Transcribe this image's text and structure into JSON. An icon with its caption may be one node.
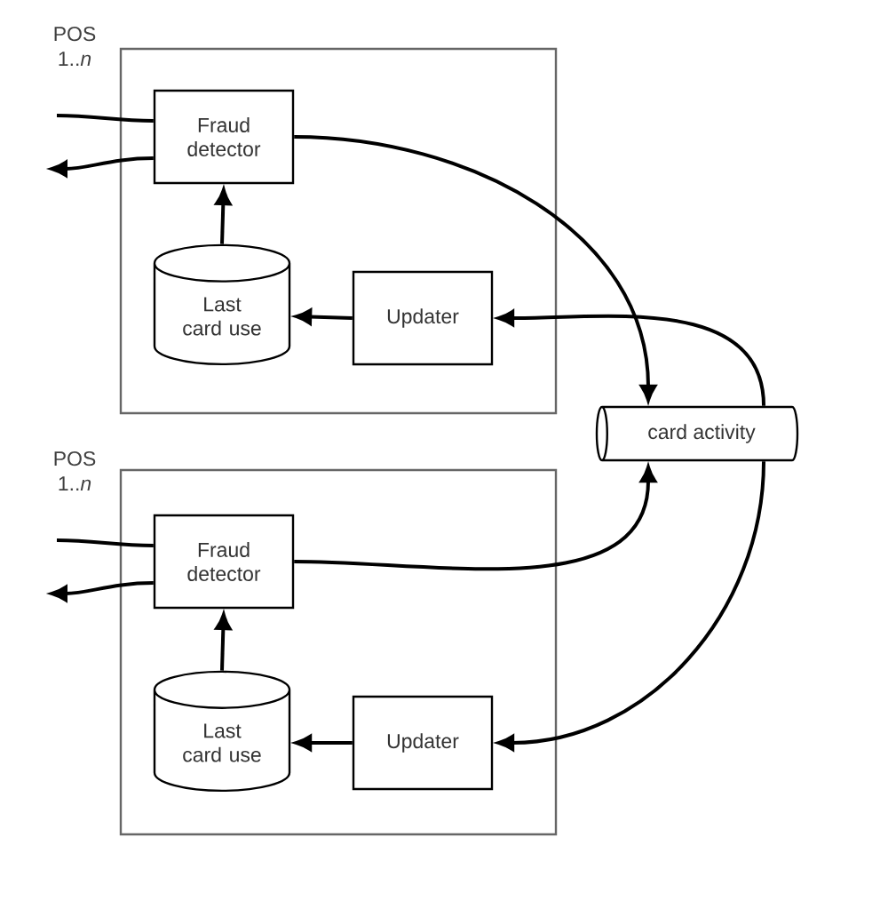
{
  "diagram": {
    "nodes": [
      {
        "text": [],
        "shape": "box"
      },
      {
        "text": [
          "Fraud detector"
        ],
        "in": 0
      },
      {
        "text": [
          "Last card use"
        ],
        "in": 0
      },
      {
        "text": [
          "Updater"
        ],
        "in": 0
      },
      {
        "text": [],
        "shape": "box"
      },
      {
        "text": [
          "Fraud detector"
        ],
        "in": 4
      },
      {
        "text": [
          "Last card use"
        ],
        "in": 4
      },
      {
        "text": [
          "Updater"
        ],
        "in": 4
      },
      {
        "text": [
          "card activity"
        ]
      }
    ],
    "edges": [
      {
        "from": null,
        "to": 1,
        "arrow": "none"
      },
      {
        "from": 1,
        "to": null,
        "arrow": "to"
      },
      {
        "from": 2,
        "to": 1,
        "arrow": "to"
      },
      {
        "from": 3,
        "to": 2,
        "arrow": "to"
      },
      {
        "from": 1,
        "to": 8,
        "arrow": "to"
      },
      {
        "from": 8,
        "to": 3,
        "arrow": "to"
      },
      {
        "from": 8,
        "to": 7,
        "arrow": "to"
      },
      {
        "from": 5,
        "to": 8,
        "arrow": "to"
      },
      {
        "from": null,
        "to": 5,
        "arrow": "none"
      },
      {
        "from": 5,
        "to": null,
        "arrow": "to"
      },
      {
        "from": 6,
        "to": 5,
        "arrow": "to"
      },
      {
        "from": 7,
        "to": 6,
        "arrow": "to"
      }
    ],
    "labels": [
      "POS 1..*n*",
      "POS 1..*n*"
    ]
  }
}
